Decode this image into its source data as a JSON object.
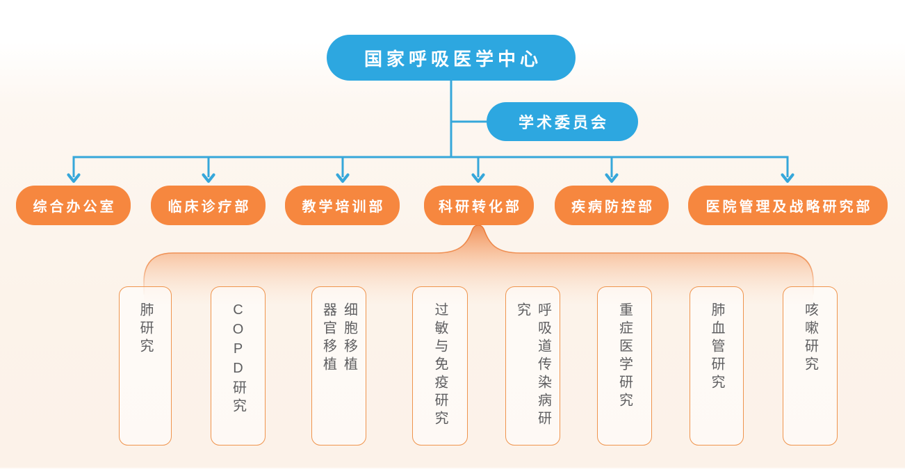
{
  "colors": {
    "node_blue": "#2da7e0",
    "node_orange": "#f6873f",
    "connector_blue": "#36a7da",
    "brace_orange": "#ee7f3e",
    "group_box_border": "#ef944d",
    "group_text_gray": "#5e5e60",
    "background_cream": "#fcf3ea"
  },
  "root": {
    "label": "国家呼吸医学中心"
  },
  "committee": {
    "label": "学术委员会"
  },
  "departments": [
    {
      "label": "综合办公室"
    },
    {
      "label": "临床诊疗部"
    },
    {
      "label": "教学培训部"
    },
    {
      "label": "科研转化部"
    },
    {
      "label": "疾病防控部"
    },
    {
      "label": "医院管理及战略研究部"
    }
  ],
  "research_groups": [
    {
      "label": "肺研究"
    },
    {
      "label": "COPD研究"
    },
    {
      "label": "细胞移植\n器官移植"
    },
    {
      "label": "过敏与免疫研究"
    },
    {
      "label": "呼吸道传染病研究"
    },
    {
      "label": "重症医学研究"
    },
    {
      "label": "肺血管研究"
    },
    {
      "label": "咳嗽研究"
    }
  ]
}
